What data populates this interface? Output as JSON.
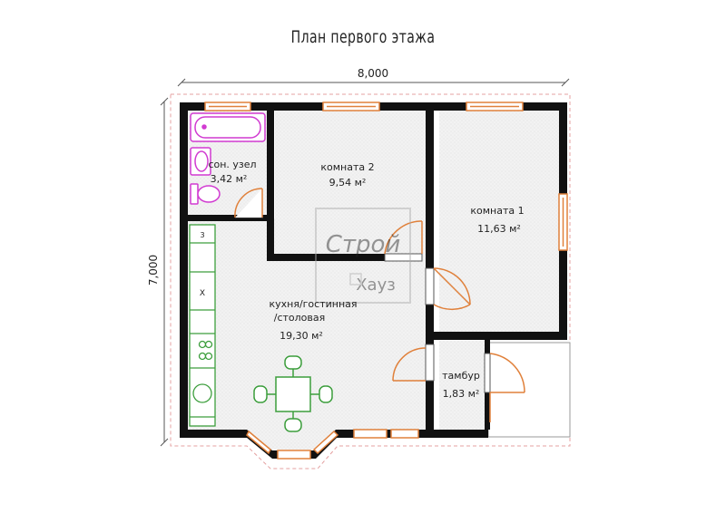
{
  "title": "План первого этажа",
  "dimensions": {
    "width": "8,000",
    "height": "7,000"
  },
  "rooms": [
    {
      "name": "сон. узел",
      "area": "3,42 м²"
    },
    {
      "name": "комната 2",
      "area": "9,54 м²"
    },
    {
      "name": "комната 1",
      "area": "11,63 м²"
    },
    {
      "name_line1": "кухня/гостинная",
      "name_line2": "/столовая",
      "area": "19,30 м²"
    },
    {
      "name": "тамбур",
      "area": "1,83 м²"
    }
  ],
  "kitchen_labels": {
    "cell1": "3",
    "cell2": "X"
  },
  "watermark": {
    "top": "Строй",
    "bottom": "Хауз"
  },
  "colors": {
    "wall": "#111111",
    "window": "#e0803a",
    "door": "#e0803a",
    "plumbing": "#d13ad1",
    "kitchen": "#3c9e3c",
    "floor": "#ececec",
    "outline": "#e4a0a0"
  }
}
